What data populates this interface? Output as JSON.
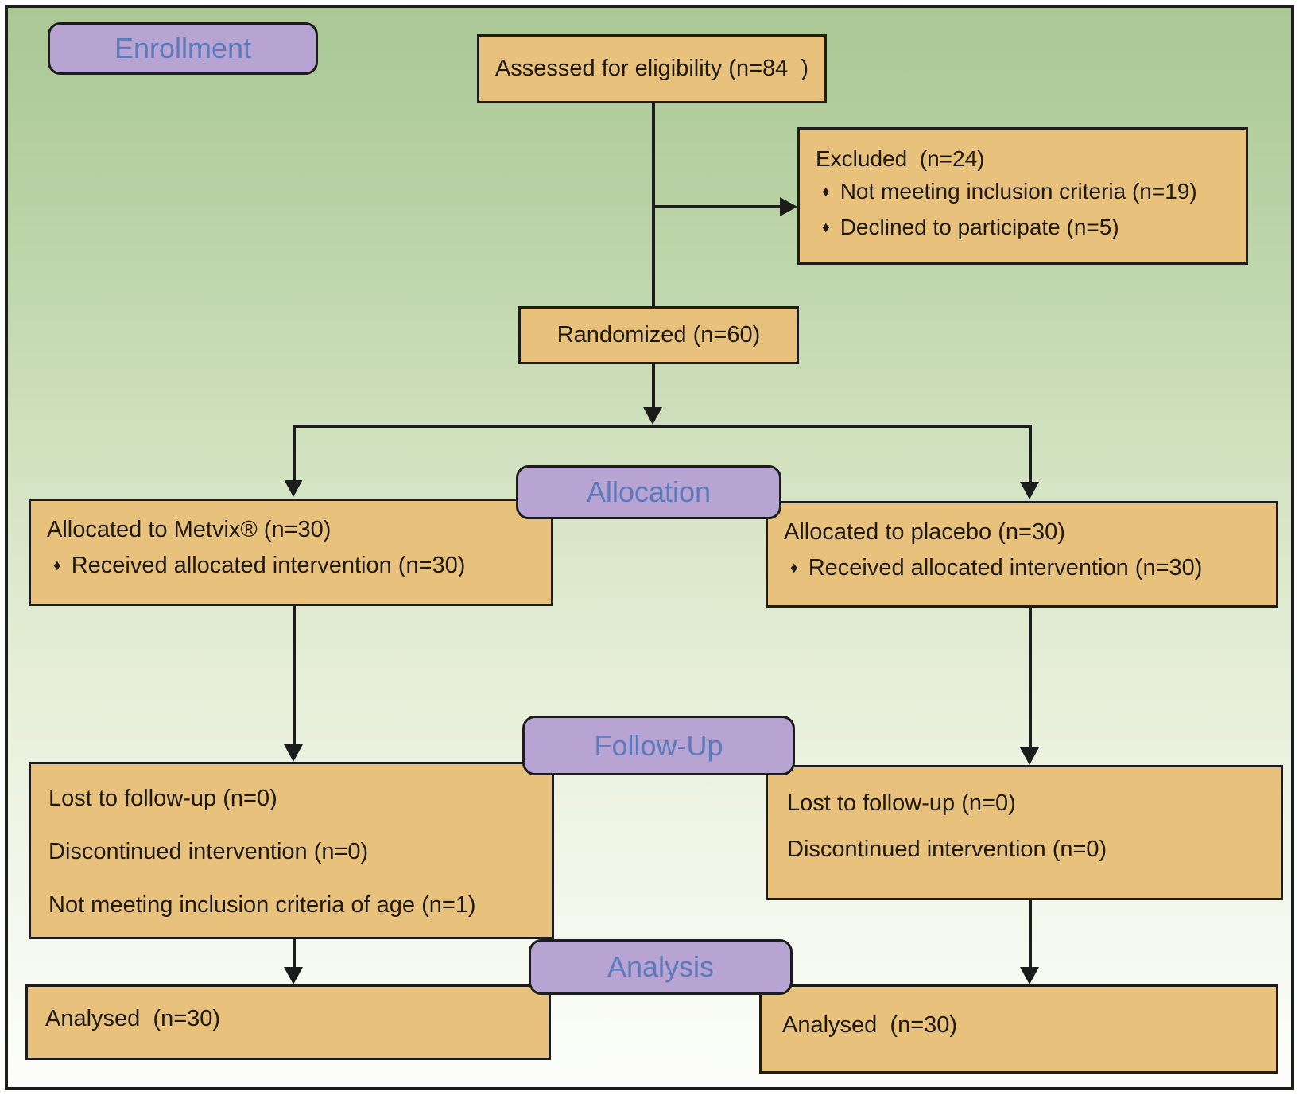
{
  "stages": {
    "enrollment": "Enrollment",
    "allocation": "Allocation",
    "followup": "Follow-Up",
    "analysis": "Analysis"
  },
  "bullet": "♦",
  "boxes": {
    "assessed": "Assessed for eligibility (n=84  )",
    "excluded": {
      "title": "Excluded  (n=24)",
      "items": [
        "Not meeting inclusion criteria (n=19)",
        "Declined to participate (n=5)"
      ]
    },
    "randomized": "Randomized (n=60)",
    "allocated_left": {
      "title": "Allocated to Metvix® (n=30)",
      "items": [
        "Received allocated intervention (n=30)"
      ]
    },
    "allocated_right": {
      "title": "Allocated to placebo (n=30)",
      "items": [
        "Received allocated intervention (n=30)"
      ]
    },
    "followup_left": {
      "lines": [
        "Lost to follow-up (n=0)",
        "Discontinued intervention (n=0)",
        "Not meeting inclusion criteria of age (n=1)"
      ]
    },
    "followup_right": {
      "lines": [
        "Lost to follow-up (n=0)",
        "Discontinued intervention (n=0)"
      ]
    },
    "analysed_left": "Analysed  (n=30)",
    "analysed_right": "Analysed  (n=30)"
  },
  "colors": {
    "box_fill": "#e8c17c",
    "stage_fill": "#b7a4d2",
    "stage_text": "#5b79bb",
    "outline": "#1c1c1c"
  }
}
